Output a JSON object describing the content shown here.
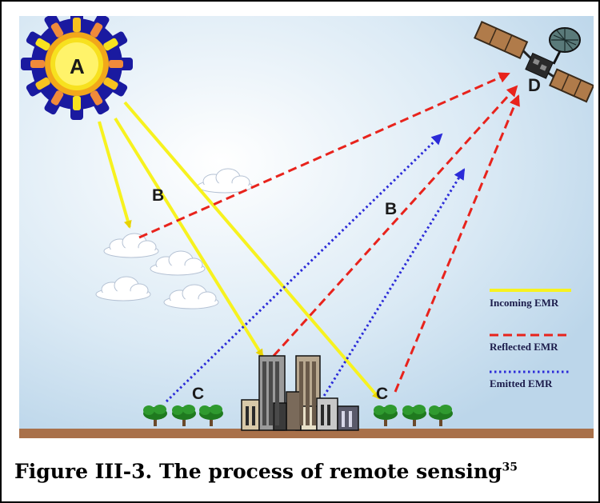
{
  "labels": {
    "sun": "A",
    "atmosphere_left": "B",
    "atmosphere_right": "B",
    "target_left": "C",
    "target_right": "C",
    "sensor": "D"
  },
  "legend": {
    "incoming": "Incoming EMR",
    "reflected": "Reflected EMR",
    "emitted": "Emitted EMR"
  },
  "colors": {
    "incoming": "#f7f21f",
    "reflected": "#e8231c",
    "emitted": "#2b2bd8",
    "ground": "#a9714a"
  },
  "caption": {
    "text": "Figure III-3. The process of remote sensing",
    "ref": "35"
  }
}
